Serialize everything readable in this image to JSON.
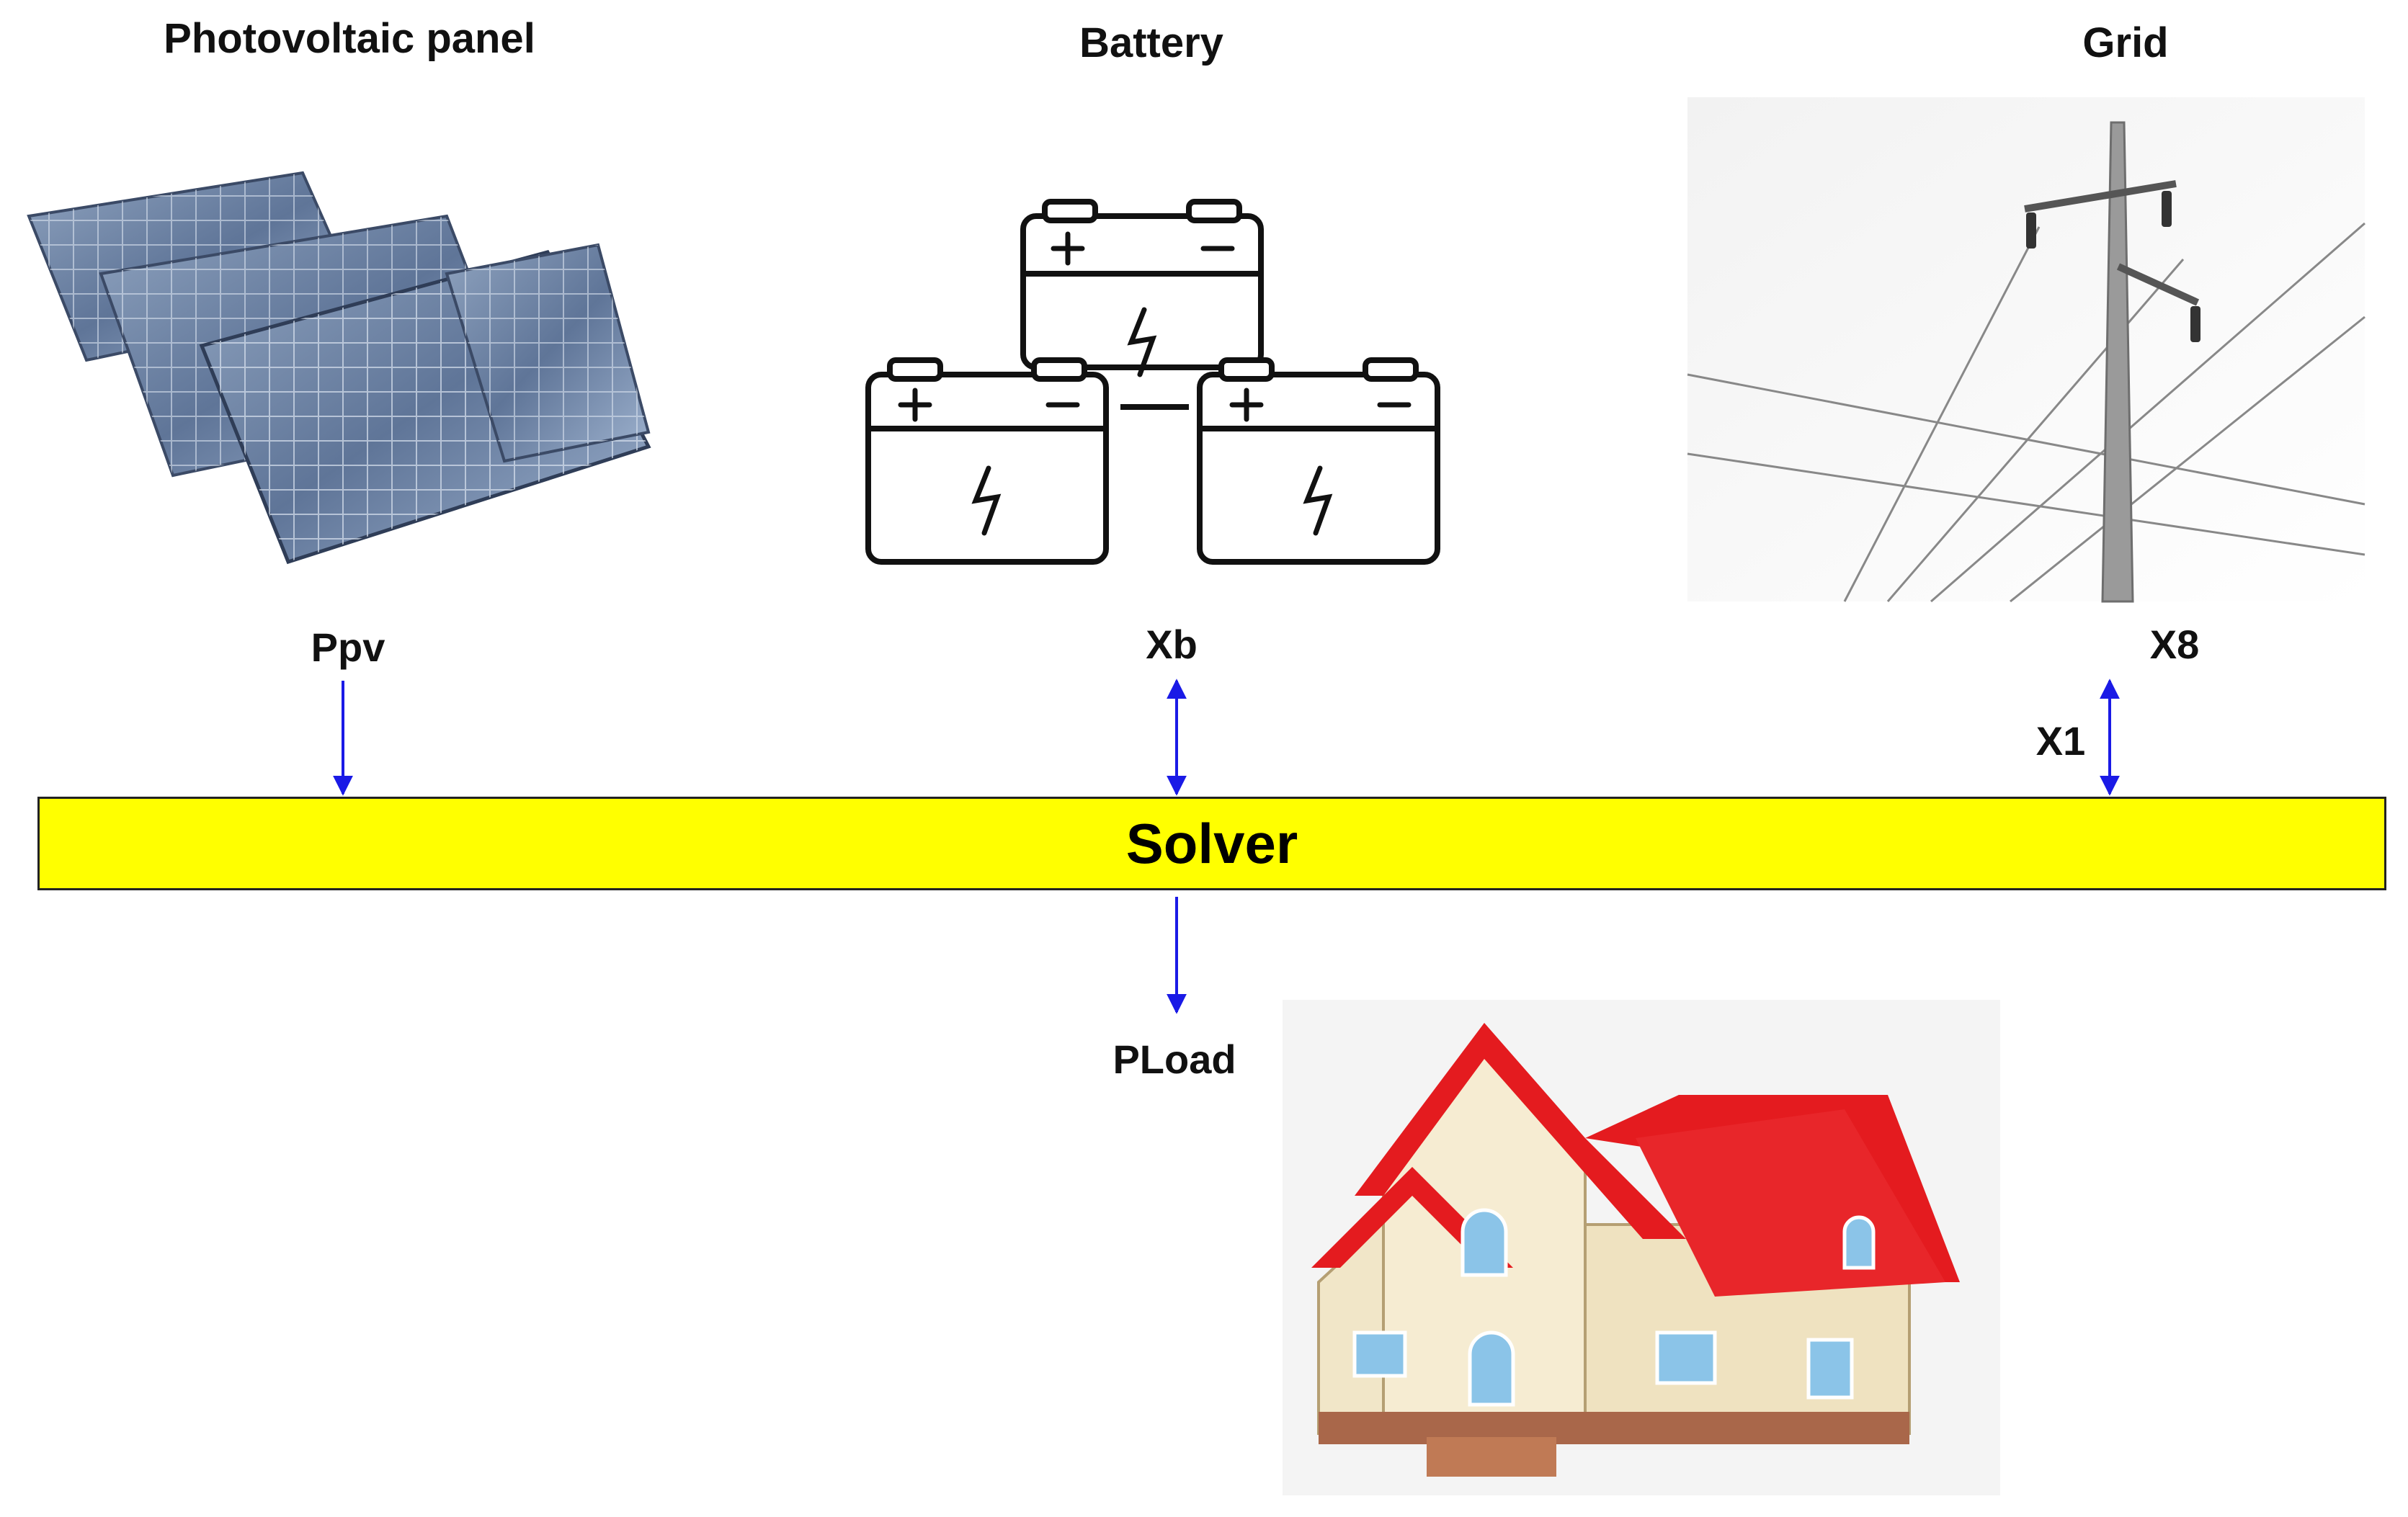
{
  "nodes": {
    "pv": {
      "label": "Photovoltaic panel",
      "flow_label": "Ppv"
    },
    "battery": {
      "label": "Battery",
      "flow_label": "Xb"
    },
    "grid": {
      "label": "Grid",
      "flow_labels": [
        "X8",
        "X1"
      ]
    },
    "solver": {
      "label": "Solver"
    },
    "load": {
      "flow_label": "PLoad"
    }
  },
  "colors": {
    "solver_fill": "#ffff00",
    "arrow": "#1a1ae6",
    "roof": "#e41b1f",
    "wall": "#f1e6c8"
  },
  "icons": [
    "solar-panel-icon",
    "battery-icon",
    "power-pole-icon",
    "house-icon"
  ]
}
